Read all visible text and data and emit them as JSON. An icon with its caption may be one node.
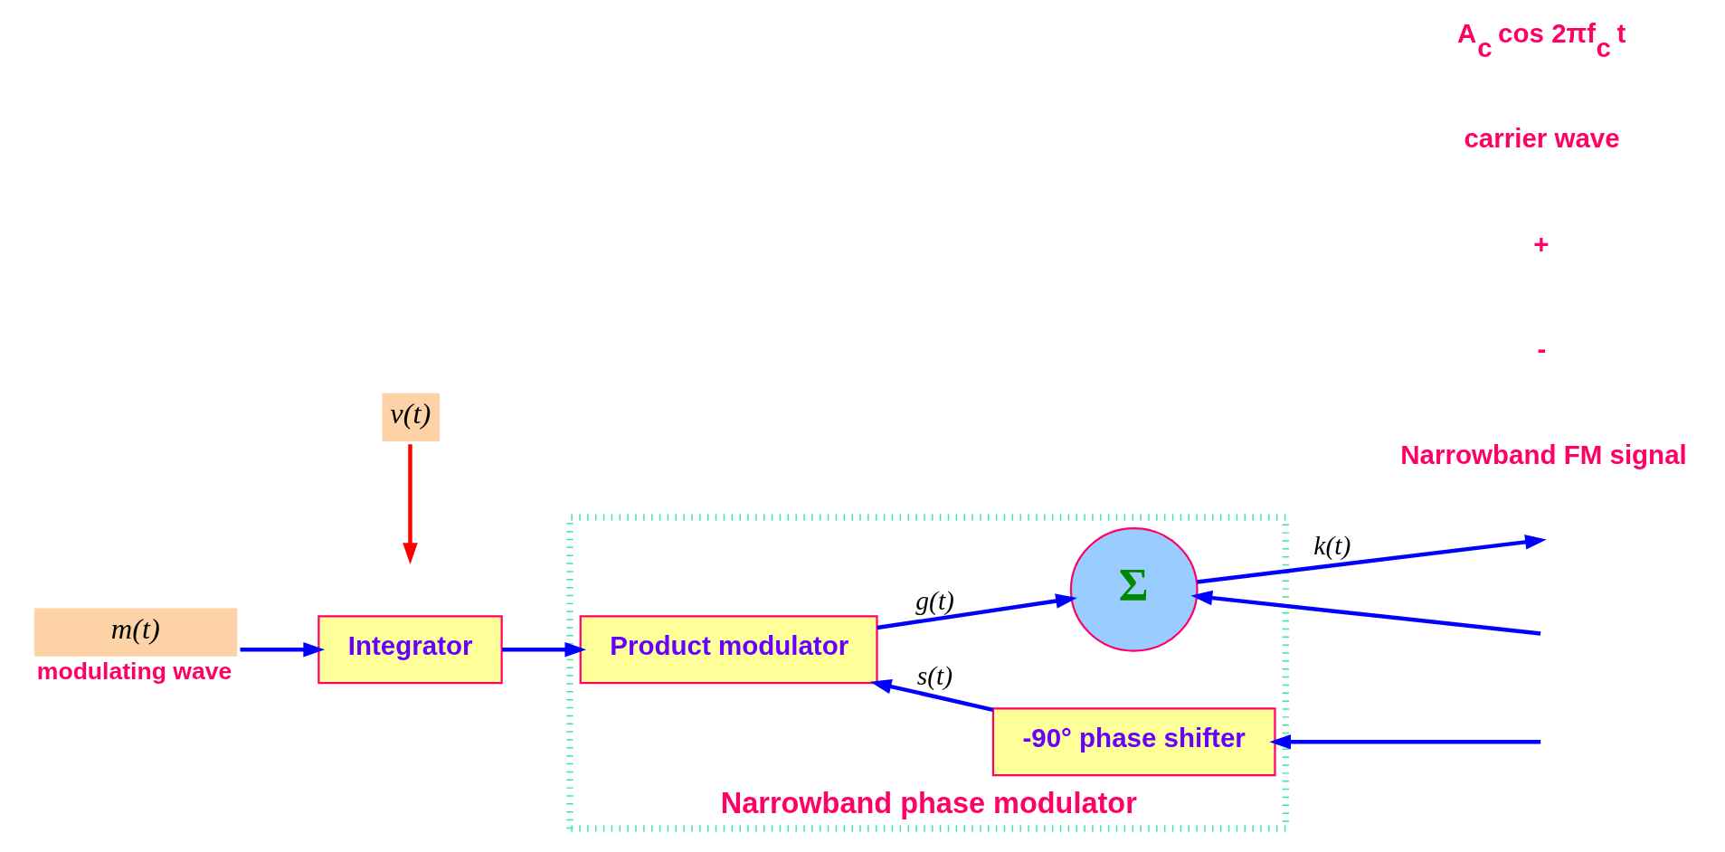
{
  "diagram": {
    "nodes": [
      {
        "text": [
          "m(t)"
        ],
        "beside": [
          "modulating wave"
        ]
      },
      {
        "text": [
          "Integrator"
        ]
      },
      {
        "text": [
          "v(t)"
        ]
      },
      {
        "text": [
          "Narrowband phase modulator"
        ]
      },
      {
        "text": [
          "Product modulator"
        ],
        "in": 3
      },
      {
        "text": [
          "Σ"
        ],
        "in": 3
      },
      {
        "text": [
          "-90° phase shifter"
        ],
        "in": 3
      }
    ],
    "edges": [
      {
        "from": 0,
        "to": 1,
        "arrow": "to"
      },
      {
        "from": 1,
        "to": 4,
        "arrow": "to"
      },
      {
        "from": 2,
        "to": null,
        "arrow": "to",
        "color": "#ff0000"
      },
      {
        "from": 4,
        "to": 5,
        "arrow": "to",
        "label": "g(t)"
      },
      {
        "from": 5,
        "to": null,
        "arrow": "to",
        "label": "k(t)"
      },
      {
        "from": null,
        "to": 5,
        "arrow": "to"
      },
      {
        "from": null,
        "to": 6,
        "arrow": "to"
      },
      {
        "from": 6,
        "to": 4,
        "arrow": "to",
        "label": "s(t)"
      }
    ],
    "labels": [
      "Narrowband FM signal",
      "-",
      "+",
      "carrier wave",
      "A$_{c}$ cos 2πf$_{c}$ t"
    ]
  }
}
